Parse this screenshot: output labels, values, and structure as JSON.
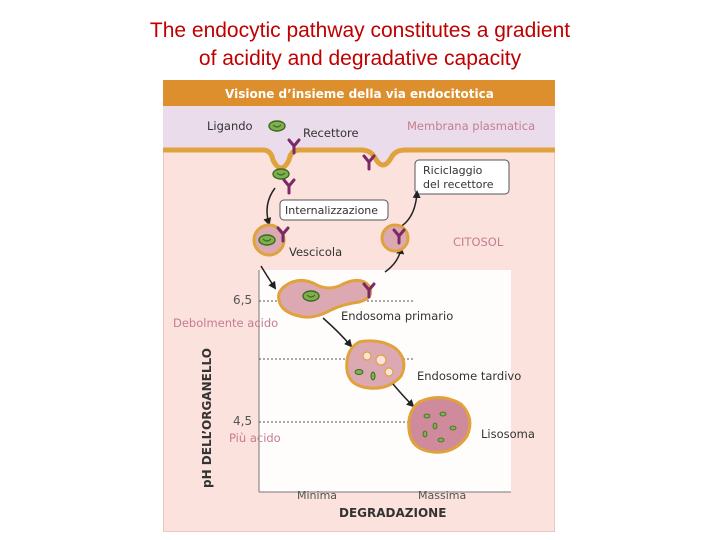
{
  "slide": {
    "title_line1": "The endocytic pathway constitutes a gradient",
    "title_line2": "of acidity and degradative capacity"
  },
  "figure": {
    "header": "Visione d’insieme della via endocitotica",
    "labels": {
      "ligand": "Ligando",
      "receptor": "Recettore",
      "membrane": "Membrana plasmatica",
      "recycling_line1": "Riciclaggio",
      "recycling_line2": "del recettore",
      "internalization": "Internalizzazione",
      "cytosol": "CITOSOL",
      "vesicle": "Vescicola",
      "early_endosome": "Endosoma primario",
      "late_endosome": "Endosome tardivo",
      "lysosome": "Lisosoma"
    },
    "y_axis": {
      "title": "pH DELL’ORGANELLO",
      "tick_high": "6,5",
      "tick_high_desc": "Debolmente acido",
      "tick_low": "4,5",
      "tick_low_desc": "Più acido"
    },
    "x_axis": {
      "title": "DEGRADAZIONE",
      "min_label": "Minima",
      "max_label": "Massima"
    },
    "colors": {
      "header_bg": "#dc8f2c",
      "panel_bg": "#fbe2dc",
      "membrane_zone": "#eadcea",
      "membrane_line": "#dfa23c",
      "organelle_fill": "#dca9b3",
      "lysosome_fill": "#cf8a9c",
      "ligand": "#7fb04c",
      "receptor": "#7a2a66",
      "label_pink": "#c57d92"
    }
  }
}
